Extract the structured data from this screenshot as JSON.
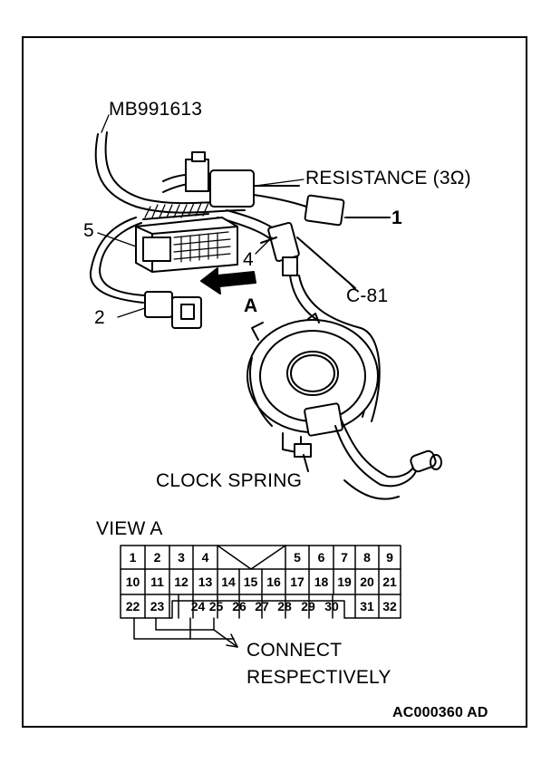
{
  "labels": {
    "tool": "MB991613",
    "resistance": "RESISTANCE (3Ω)",
    "callout_1": "1",
    "callout_2": "2",
    "callout_4": "4",
    "callout_5": "5",
    "arrow_a": "A",
    "connector": "C-81",
    "clock_spring": "CLOCK SPRING",
    "view_a": "VIEW A",
    "connect_line1": "CONNECT",
    "connect_line2": "RESPECTIVELY",
    "code": "AC000360 AD"
  },
  "pins": {
    "row1": [
      "1",
      "2",
      "3",
      "4",
      "5",
      "6",
      "7",
      "8",
      "9"
    ],
    "row2": [
      "10",
      "11",
      "12",
      "13",
      "14",
      "15",
      "16",
      "17",
      "18",
      "19",
      "20",
      "21"
    ],
    "row3": [
      "22",
      "23",
      "24",
      "25",
      "26",
      "27",
      "28",
      "29",
      "30",
      "31",
      "32"
    ]
  }
}
